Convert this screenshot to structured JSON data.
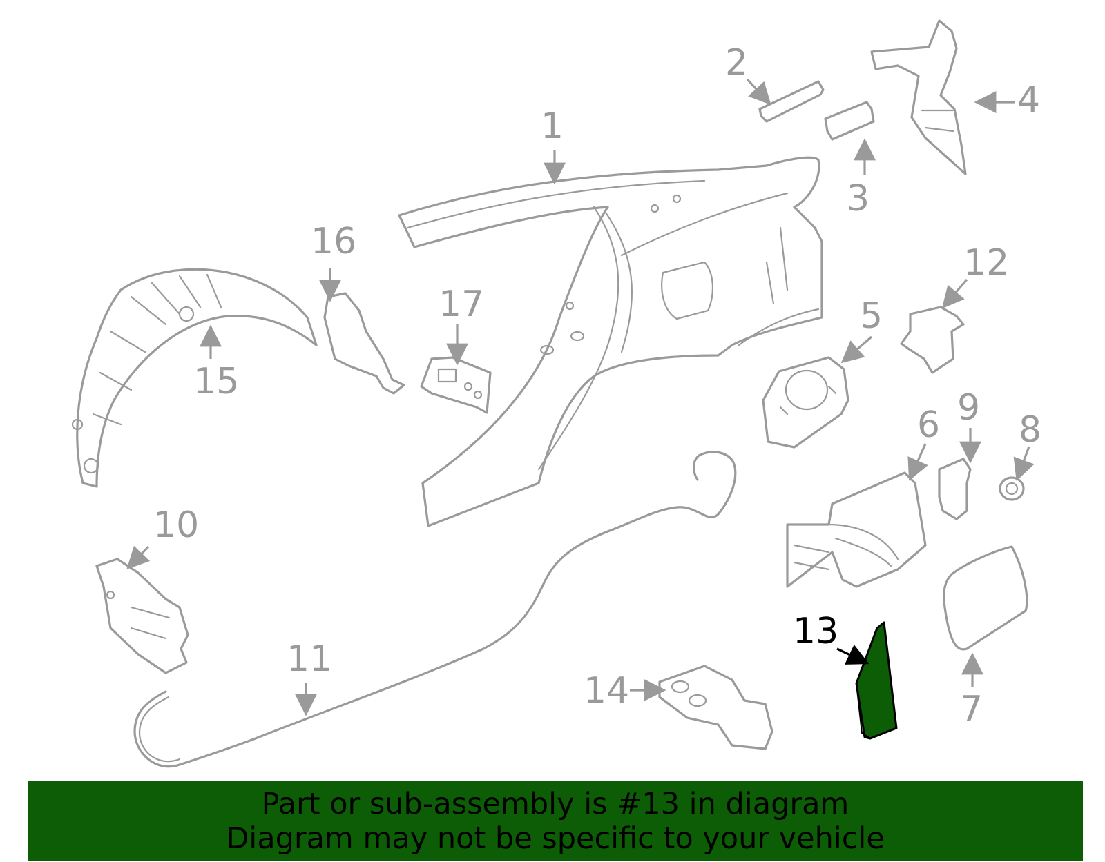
{
  "callouts": {
    "c1": "1",
    "c2": "2",
    "c3": "3",
    "c4": "4",
    "c5": "5",
    "c6": "6",
    "c7": "7",
    "c8": "8",
    "c9": "9",
    "c10": "10",
    "c11": "11",
    "c12": "12",
    "c13": "13",
    "c14": "14",
    "c15": "15",
    "c16": "16",
    "c17": "17"
  },
  "highlight": {
    "part_number": "13",
    "color": "#0d5c06"
  },
  "colors": {
    "line_art": "#9a9a9a",
    "banner_bg": "#0d5c06"
  },
  "banner": {
    "line1": "Part or sub-assembly is #13 in diagram",
    "line2": "Diagram may not be specific to your vehicle"
  }
}
